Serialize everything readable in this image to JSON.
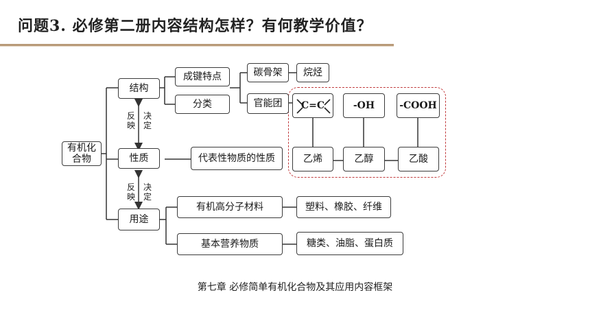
{
  "header": {
    "title": "问题3. 必修第二册内容结构怎样？有何教学价值？"
  },
  "diagram": {
    "nodes": {
      "root": "有机化\n合物",
      "structure": "结构",
      "property": "性质",
      "usage": "用途",
      "bond_feature": "成键特点",
      "classification": "分类",
      "carbon_skeleton": "碳骨架",
      "alkane": "烷烃",
      "functional_group": "官能团",
      "cc_double": "C=C",
      "oh": "-OH",
      "cooh": "-COOH",
      "ethylene": "乙烯",
      "ethanol": "乙醇",
      "acetic_acid": "乙酸",
      "representative": "代表性物质的性质",
      "polymer": "有机高分子材料",
      "nutrients": "基本营养物质",
      "polymer_examples": "塑料、橡胶、纤维",
      "nutrient_examples": "糖类、油脂、蛋白质"
    },
    "relations": {
      "reflect": "反\n映",
      "determine": "决\n定"
    },
    "caption": "第七章  必修简单有机化合物及其应用内容框架"
  }
}
